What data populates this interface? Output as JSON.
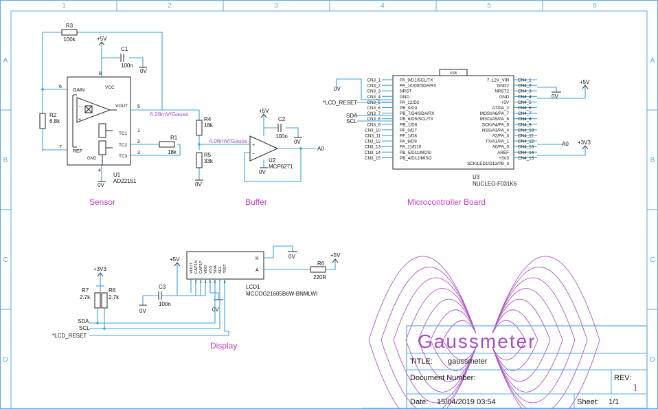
{
  "frame": {
    "columns": [
      "1",
      "2",
      "3",
      "4",
      "5",
      "6"
    ],
    "rows": [
      "A",
      "B",
      "C",
      "D"
    ]
  },
  "sections": {
    "sensor": "Sensor",
    "buffer": "Buffer",
    "mcu": "Microcontroller Board",
    "display": "Display"
  },
  "components": {
    "r3": {
      "ref": "R3",
      "value": "100k"
    },
    "r2": {
      "ref": "R2",
      "value": "6.8k"
    },
    "c1": {
      "ref": "C1",
      "value": "100n"
    },
    "r1": {
      "ref": "R1",
      "value": "18k"
    },
    "u1": {
      "ref": "U1",
      "value": "AD22151",
      "pins": {
        "gain": "GAIN",
        "vcc": "VCC",
        "vout": "VOUT",
        "tc1": "TC1",
        "tc2": "TC2",
        "tc3": "TC3",
        "ref": "REF",
        "gnd": "GND",
        "n6": "6",
        "n7": "7",
        "n8": "8",
        "n5": "5",
        "n1": "1",
        "n2": "2",
        "n3": "3",
        "n4": "4"
      }
    },
    "r4": {
      "ref": "R4",
      "value": "18k"
    },
    "r5": {
      "ref": "R5",
      "value": "33k"
    },
    "c2": {
      "ref": "C2",
      "value": "100n"
    },
    "u2": {
      "ref": "U2",
      "value": "MCP6271"
    },
    "u3": {
      "ref": "U3",
      "value": "NUCLEO-F031K6",
      "usb": "USB"
    },
    "c3": {
      "ref": "C3",
      "value": "100n"
    },
    "r7": {
      "ref": "R7",
      "value": "2.7k"
    },
    "r8": {
      "ref": "R8",
      "value": "2.7k"
    },
    "r6": {
      "ref": "R6",
      "value": "220R"
    },
    "lcd": {
      "ref": "LCD1",
      "value": "MCCOG21605B6W-BNMLWI",
      "pins": [
        "VOUT",
        "CAP1N",
        "CAP1P",
        "VDD",
        "VSS",
        "SDA",
        "SCL",
        "*RST"
      ],
      "nums": [
        "1",
        "2",
        "3",
        "4",
        "5",
        "6",
        "7",
        "8"
      ],
      "k": "K",
      "a": "A"
    }
  },
  "nets": {
    "p5v": "+5V",
    "p3v3": "+3V3",
    "gnd": "0V",
    "a0": "A0",
    "sda": "SDA",
    "scl": "SCL",
    "lcd_reset": "*LCD_RESET",
    "sensitivity1": "6.28mV/Gauss",
    "sensitivity2": "4.06mV/Gauss"
  },
  "mcu_left": [
    {
      "cn": "CN3_1",
      "pin": "PA_9/D1/SCL/TX"
    },
    {
      "cn": "CN3_2",
      "pin": "PA_10/D0/SDA/RX"
    },
    {
      "cn": "CN3_3",
      "pin": "NRST"
    },
    {
      "cn": "CN3_4",
      "pin": "GND"
    },
    {
      "cn": "CN3_5",
      "pin": "PA_12/D2"
    },
    {
      "cn": "CN3_6",
      "pin": "PB_0/D3"
    },
    {
      "cn": "CN3_7",
      "pin": "PB_7/D4/SDA/RX"
    },
    {
      "cn": "CN3_8",
      "pin": "PB_6/D5/SCL/TX"
    },
    {
      "cn": "CN3_9",
      "pin": "PB_1/D6"
    },
    {
      "cn": "CN3_10",
      "pin": "PF_0/D7"
    },
    {
      "cn": "CN3_11",
      "pin": "PF_1/D8"
    },
    {
      "cn": "CN3_12",
      "pin": "PA_8/D9"
    },
    {
      "cn": "CN3_13",
      "pin": "PA_11/D10"
    },
    {
      "cn": "CN3_14",
      "pin": "PB_5/D11/MOSI"
    },
    {
      "cn": "CN3_15",
      "pin": "PB_4/D12/MISO"
    }
  ],
  "mcu_right": [
    {
      "cn": "CN4_1",
      "pin": "7..12V_VIN"
    },
    {
      "cn": "CN4_2",
      "pin": "GND2"
    },
    {
      "cn": "CN4_3",
      "pin": "NRST2"
    },
    {
      "cn": "CN4_4",
      "pin": "GND"
    },
    {
      "cn": "CN4_5",
      "pin": "+5V"
    },
    {
      "cn": "CN4_6",
      "pin": "A7/PA_2"
    },
    {
      "cn": "CN4_7",
      "pin": "MOSI/A6/PA_7"
    },
    {
      "cn": "CN4_8",
      "pin": "MISO/A5/PA_6"
    },
    {
      "cn": "CN4_9",
      "pin": "SCK/A4/PA_5"
    },
    {
      "cn": "CN4_10",
      "pin": "NSS/A3/PA_4"
    },
    {
      "cn": "CN4_11",
      "pin": "A2/PA_3"
    },
    {
      "cn": "CN4_12",
      "pin": "TX/A1/PA_1"
    },
    {
      "cn": "CN4_13",
      "pin": "A0/PA_0"
    },
    {
      "cn": "CN4_14",
      "pin": "AREF"
    },
    {
      "cn": "CN4_15",
      "pin": "+3V3"
    },
    {
      "cn": "",
      "pin": "SCK/LED1/D13/PB_3"
    }
  ],
  "title_block": {
    "banner": "Gaussmeter",
    "title_label": "TITLE:",
    "title_value": "gaussmeter",
    "docnum_label": "Document Number:",
    "rev_label": "REV:",
    "rev_value": "1",
    "date_label": "Date:",
    "date_value": "15/04/2019 03:54",
    "sheet_label": "Sheet:",
    "sheet_value": "1/1"
  }
}
